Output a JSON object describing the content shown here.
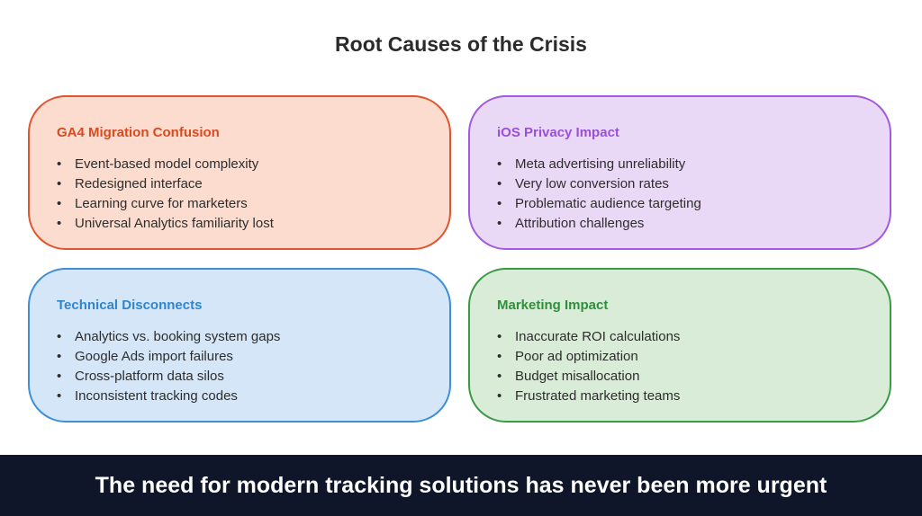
{
  "title": "Root Causes of the Crisis",
  "cards": [
    {
      "title": "GA4 Migration Confusion",
      "color": "#e1552c",
      "items": [
        "Event-based model complexity",
        "Redesigned interface",
        "Learning curve for marketers",
        "Universal Analytics familiarity lost"
      ]
    },
    {
      "title": "iOS Privacy Impact",
      "color": "#a35ae0",
      "items": [
        "Meta advertising unreliability",
        "Very low conversion rates",
        "Problematic audience targeting",
        "Attribution challenges"
      ]
    },
    {
      "title": "Technical Disconnects",
      "color": "#3d8fd8",
      "items": [
        "Analytics vs. booking system gaps",
        "Google Ads import failures",
        "Cross-platform data silos",
        "Inconsistent tracking codes"
      ]
    },
    {
      "title": "Marketing Impact",
      "color": "#3b9a46",
      "items": [
        "Inaccurate ROI calculations",
        "Poor ad optimization",
        "Budget misallocation",
        "Frustrated marketing teams"
      ]
    }
  ],
  "footer": "The need for modern tracking solutions has never been more urgent"
}
